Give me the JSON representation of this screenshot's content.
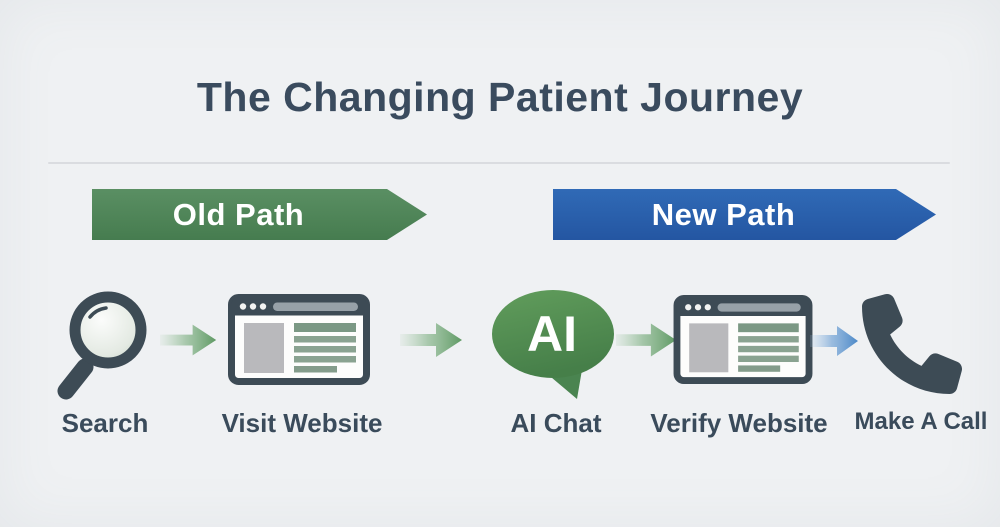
{
  "title": {
    "text": "The Changing Patient Journey"
  },
  "banners": {
    "old_path": {
      "label": "Old Path",
      "color": "#4f8759"
    },
    "new_path": {
      "label": "New Path",
      "color": "#2c60ac"
    }
  },
  "journey": {
    "steps": [
      {
        "label": "Search",
        "icon": "magnifier-icon"
      },
      {
        "label": "Visit Website",
        "icon": "browser-icon"
      },
      {
        "label": "AI Chat",
        "icon": "ai-chat-bubble-icon",
        "bubble_text": "AI"
      },
      {
        "label": "Verify Website",
        "icon": "browser-icon"
      },
      {
        "label": "Make A Call",
        "icon": "phone-icon"
      }
    ],
    "arrows": [
      {
        "from": "Search",
        "to": "Visit Website",
        "color": "#5f9a64"
      },
      {
        "from": "Visit Website",
        "to": "AI Chat",
        "color": "#5f9a64"
      },
      {
        "from": "AI Chat",
        "to": "Verify Website",
        "color": "#5f9a64"
      },
      {
        "from": "Verify Website",
        "to": "Make A Call",
        "color": "#4c89c8"
      }
    ]
  },
  "colors": {
    "background": "#eff1f3",
    "heading_text": "#3a4b5e",
    "icon_dark": "#3d4b55",
    "divider": "#dadce0"
  }
}
